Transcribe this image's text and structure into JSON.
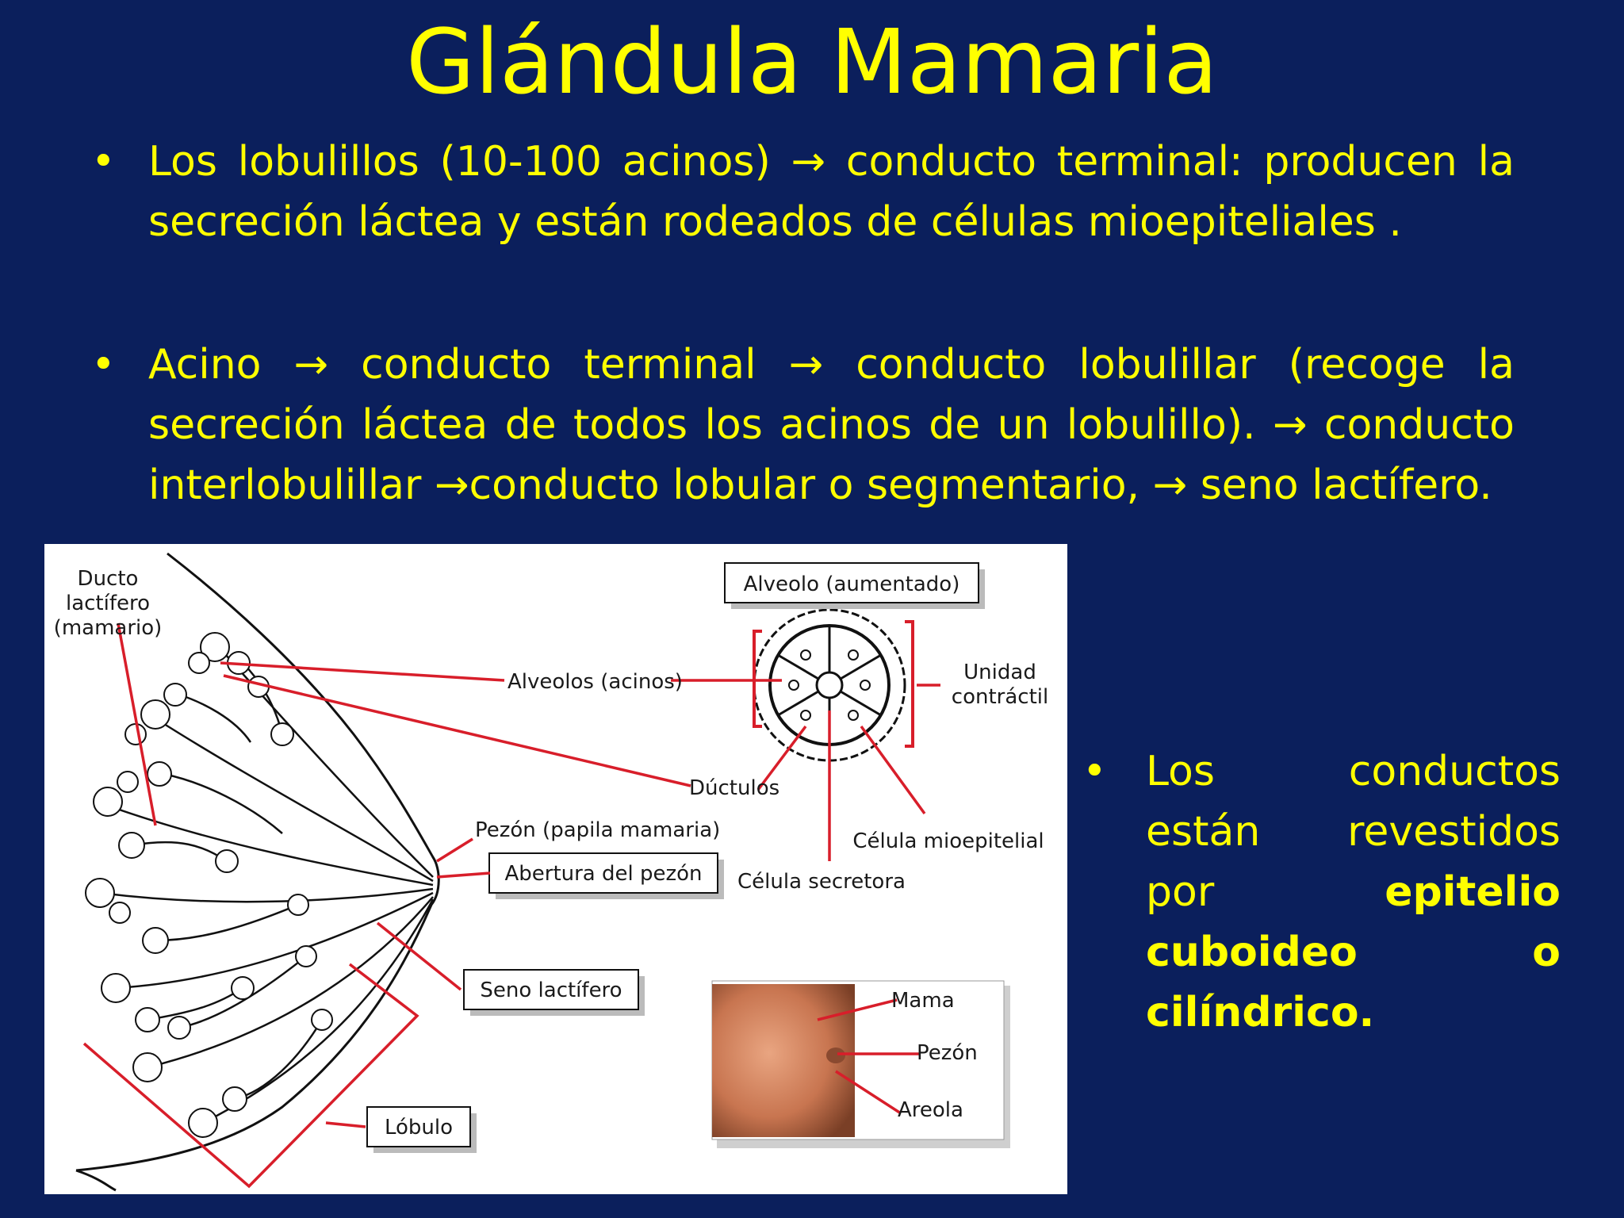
{
  "title": "Glándula Mamaria",
  "bullets": [
    {
      "glyph": "•",
      "text": "Los lobulillos (10-100 acinos) → conducto terminal: producen la secreción láctea y están rodeados de células mioepiteliales ."
    },
    {
      "glyph": "•",
      "text": "Acino → conducto terminal → conducto lobulillar (recoge la secreción láctea de todos los acinos de un lobulillo). → conducto interlobulillar →conducto lobular o segmentario, → seno lactífero."
    },
    {
      "glyph": "•",
      "text": "Los conductos están revestidos por ",
      "bold": "epitelio cuboideo o cilíndrico."
    }
  ],
  "figure": {
    "labels": {
      "ducto_1": "Ducto",
      "ducto_2": "lactífero",
      "ducto_3": "(mamario)",
      "alveolo_aumentado": "Alveolo (aumentado)",
      "alveolos_acinos": "Alveolos (acinos)",
      "unidad_1": "Unidad",
      "unidad_2": "contráctil",
      "ductulos": "Dúctulos",
      "pezon_papila": "Pezón (papila mamaria)",
      "abertura": "Abertura del pezón",
      "celula_mioepitelial": "Célula mioepitelial",
      "celula_secretora": "Célula secretora",
      "seno": "Seno lactífero",
      "mama": "Mama",
      "pezon": "Pezón",
      "areola": "Areola",
      "lobulo": "Lóbulo"
    }
  },
  "colors": {
    "background": "#0b1f5c",
    "text": "#ffff00",
    "pointer": "#d81e2a"
  }
}
